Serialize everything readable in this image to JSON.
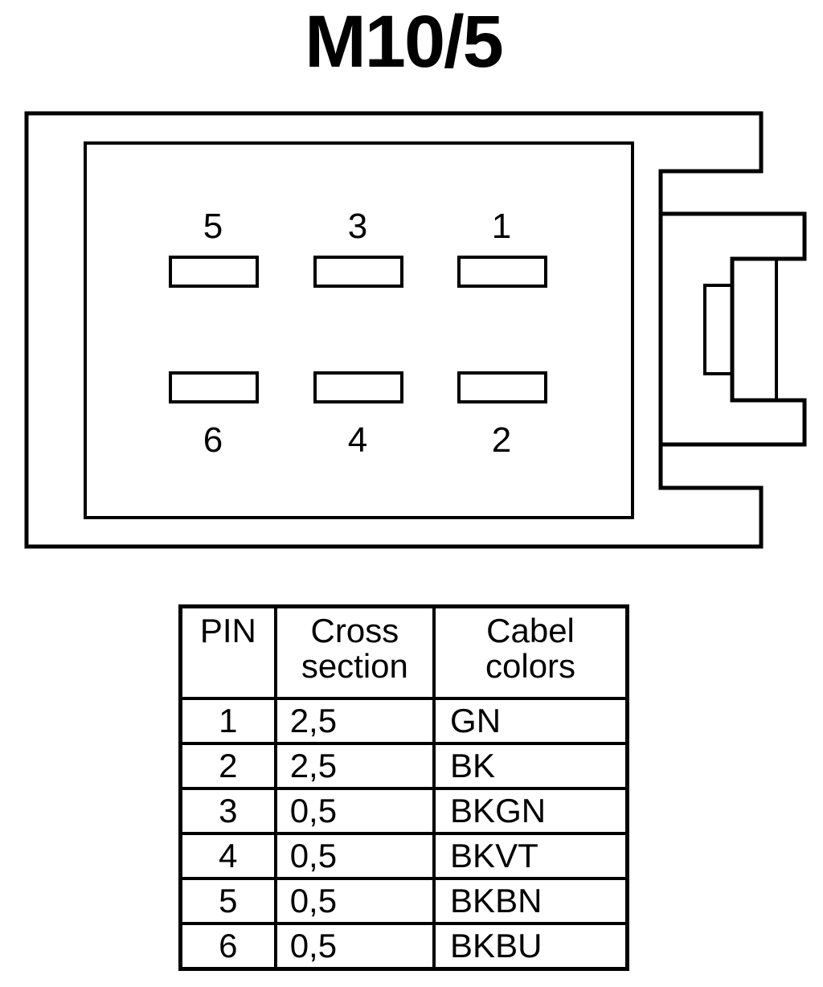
{
  "title": "M10/5",
  "connector": {
    "top_row_pins": [
      "5",
      "3",
      "1"
    ],
    "bottom_row_pins": [
      "6",
      "4",
      "2"
    ]
  },
  "table": {
    "headers": [
      [
        "PIN"
      ],
      [
        "Cross",
        "section"
      ],
      [
        "Cabel",
        "colors"
      ]
    ],
    "rows": [
      {
        "pin": "1",
        "cross_section": "2,5",
        "color": "GN"
      },
      {
        "pin": "2",
        "cross_section": "2,5",
        "color": "BK"
      },
      {
        "pin": "3",
        "cross_section": "0,5",
        "color": "BKGN"
      },
      {
        "pin": "4",
        "cross_section": "0,5",
        "color": "BKVT"
      },
      {
        "pin": "5",
        "cross_section": "0,5",
        "color": "BKBN"
      },
      {
        "pin": "6",
        "cross_section": "0,5",
        "color": "BKBU"
      }
    ]
  },
  "colors": {
    "line": "#000000",
    "background": "#ffffff"
  }
}
